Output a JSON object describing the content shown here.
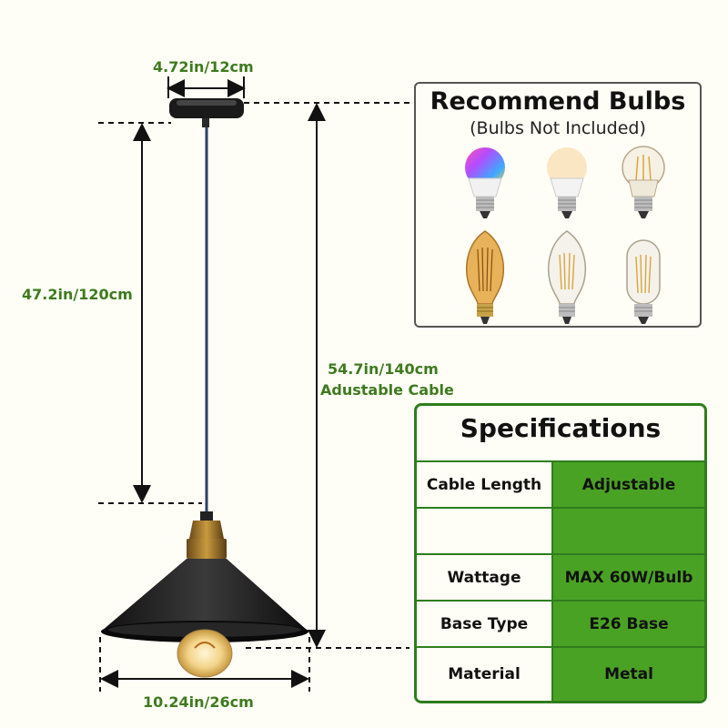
{
  "dimensions": {
    "canopy_width": "4.72in/12cm",
    "drop_length": "47.2in/120cm",
    "total_length": "54.7in/140cm",
    "cable_note": "Adustable Cable",
    "shade_width": "10.24in/26cm"
  },
  "bulbs_panel": {
    "title": "Recommend Bulbs",
    "subtitle": "(Bulbs Not Included)",
    "bulbs": [
      {
        "icon": "rgb-smart-bulb-icon"
      },
      {
        "icon": "warm-led-bulb-icon"
      },
      {
        "icon": "a19-filament-bulb-icon"
      },
      {
        "icon": "st64-amber-filament-bulb-icon"
      },
      {
        "icon": "st64-clear-filament-bulb-icon"
      },
      {
        "icon": "t45-tube-filament-bulb-icon"
      }
    ]
  },
  "specifications": {
    "title": "Specifications",
    "rows": [
      {
        "label": "Cable Length",
        "value": "Adjustable"
      },
      {
        "label": "",
        "value": ""
      },
      {
        "label": "Wattage",
        "value": "MAX 60W/Bulb"
      },
      {
        "label": "Base Type",
        "value": "E26 Base"
      },
      {
        "label": "Material",
        "value": "Metal"
      }
    ]
  },
  "colors": {
    "accent_green": "#4aa224",
    "border_green": "#2e7d1c",
    "dimension_text": "#3e7a1f",
    "background": "#fffef6"
  }
}
